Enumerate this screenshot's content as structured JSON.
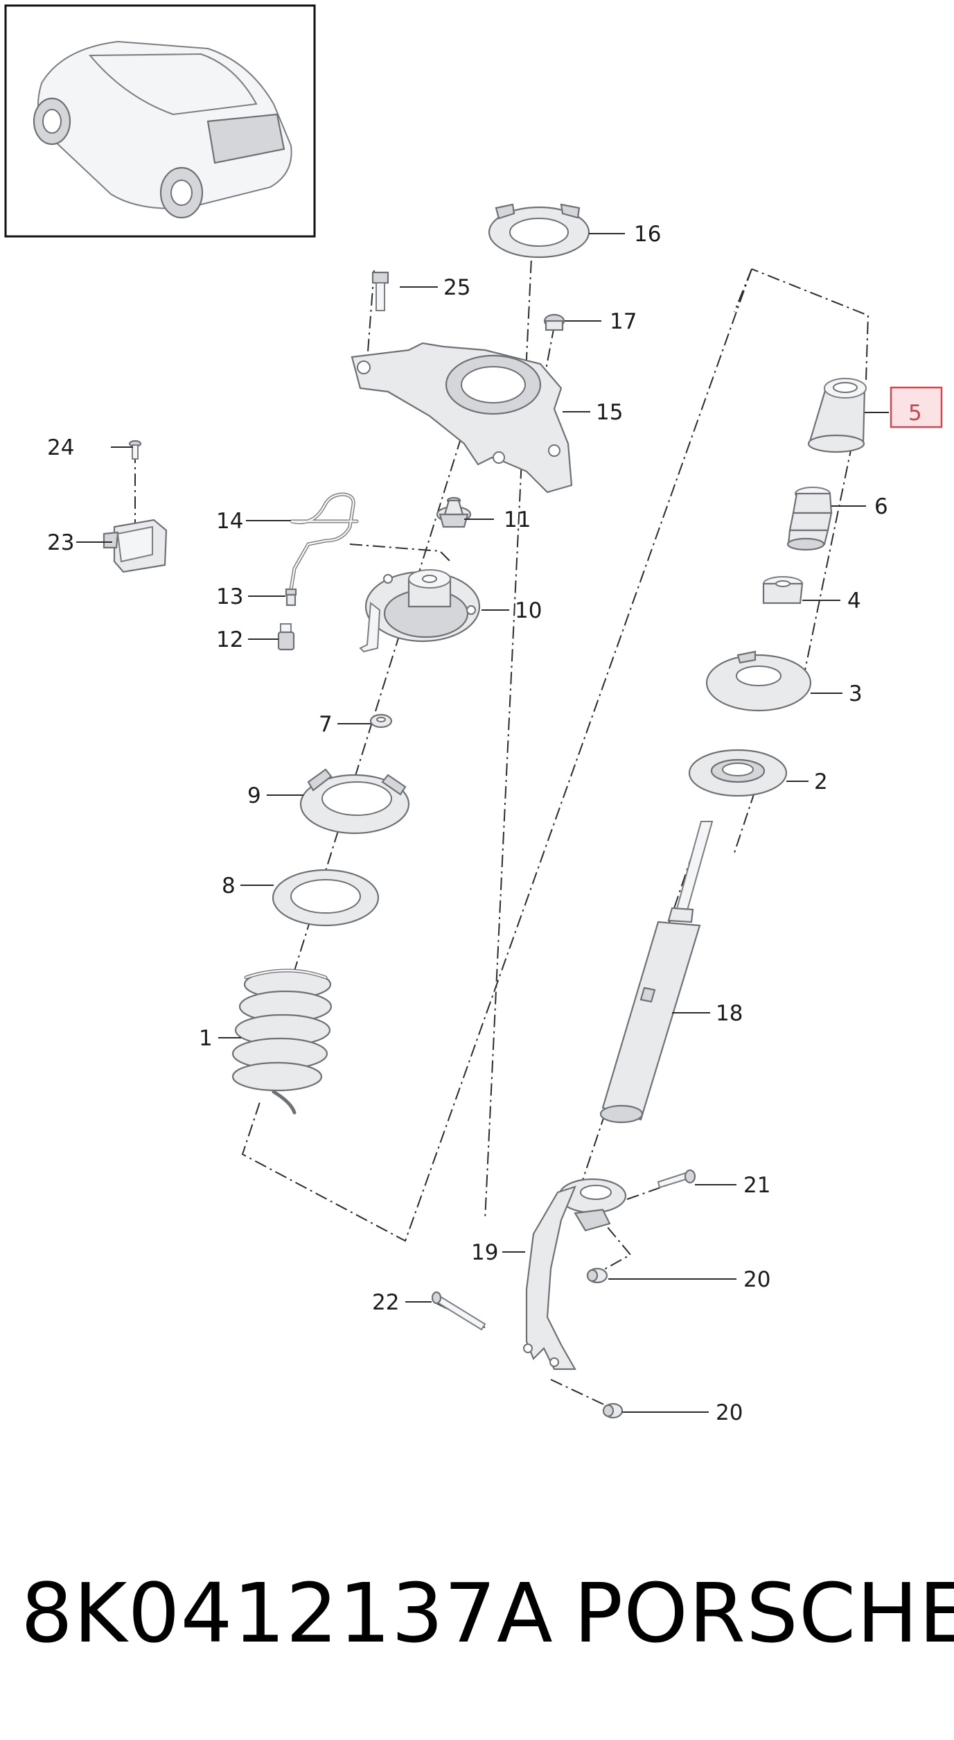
{
  "callouts": {
    "c1": "1",
    "c2": "2",
    "c3": "3",
    "c4": "4",
    "c5": "5",
    "c6": "6",
    "c7": "7",
    "c8": "8",
    "c9": "9",
    "c10": "10",
    "c11": "11",
    "c12": "12",
    "c13": "13",
    "c14": "14",
    "c15": "15",
    "c16": "16",
    "c17": "17",
    "c18": "18",
    "c19": "19",
    "c20a": "20",
    "c20b": "20",
    "c21": "21",
    "c22": "22",
    "c23": "23",
    "c24": "24",
    "c25": "25"
  },
  "highlight": {
    "callout": "5",
    "border_color": "#d9444f",
    "fill_color": "#fbe3e5"
  },
  "footer": {
    "part_number": "8K0412137A",
    "brand": "PORSCHE"
  }
}
